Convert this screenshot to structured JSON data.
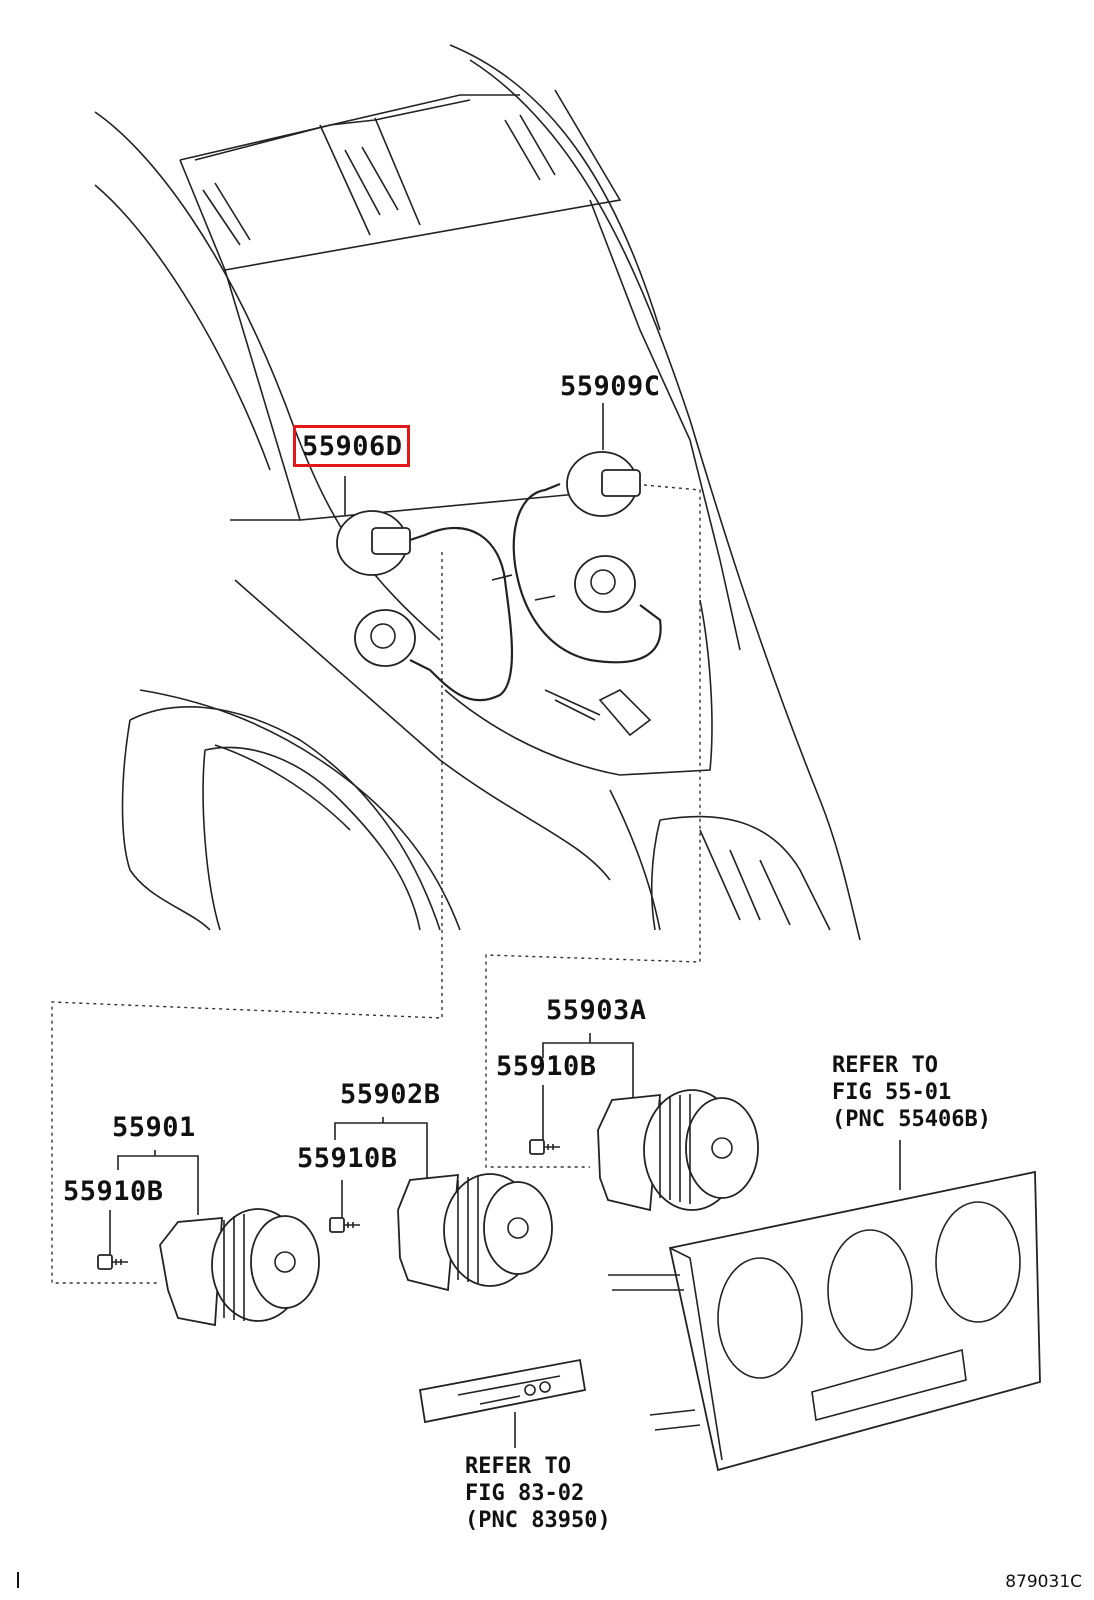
{
  "parts": {
    "p55906D": "55906D",
    "p55909C": "55909C",
    "p55903A": "55903A",
    "p55910B_a": "55910B",
    "p55902B": "55902B",
    "p55910B_b": "55910B",
    "p55901": "55901",
    "p55910B_c": "55910B"
  },
  "refs": {
    "ref1": [
      "REFER TO",
      "FIG 55-01",
      "(PNC 55406B)"
    ],
    "ref2": [
      "REFER TO",
      "FIG 83-02",
      "(PNC 83950)"
    ]
  },
  "highlight": {
    "part": "55906D",
    "color": "#e01818"
  },
  "figure_number": "879031C",
  "icons": [
    "control-knob-icon",
    "bulb-socket-icon",
    "screw-icon",
    "control-panel-icon",
    "switch-panel-icon"
  ]
}
